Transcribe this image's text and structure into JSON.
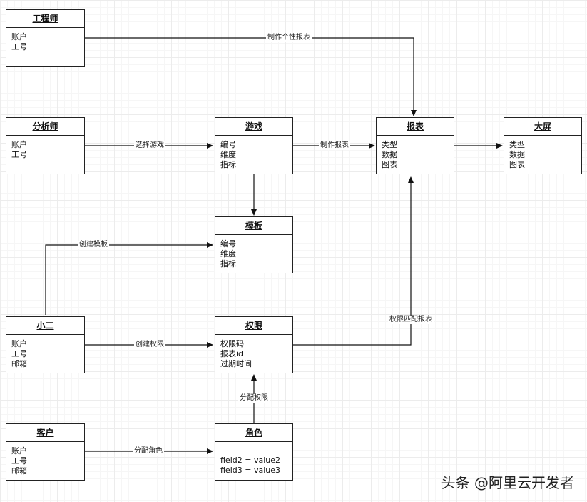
{
  "entities": {
    "engineer": {
      "title": "工程师",
      "fields": [
        "账户",
        "工号"
      ]
    },
    "analyst": {
      "title": "分析师",
      "fields": [
        "账户",
        "工号"
      ]
    },
    "game": {
      "title": "游戏",
      "fields": [
        "编号",
        "维度",
        "指标"
      ]
    },
    "report": {
      "title": "报表",
      "fields": [
        "类型",
        "数据",
        "图表"
      ]
    },
    "screen": {
      "title": "大屏",
      "fields": [
        "类型",
        "数据",
        "图表"
      ]
    },
    "template": {
      "title": "模板",
      "fields": [
        "编号",
        "维度",
        "指标"
      ]
    },
    "xiaoer": {
      "title": "小二",
      "fields": [
        "账户",
        "工号",
        "邮箱"
      ]
    },
    "permission": {
      "title": "权限",
      "fields": [
        "权限码",
        "报表id",
        "过期时间"
      ]
    },
    "customer": {
      "title": "客户",
      "fields": [
        "账户",
        "工号",
        "邮箱"
      ]
    },
    "role": {
      "title": "角色",
      "fields": [
        "field2 = value2",
        "field3 = value3"
      ]
    }
  },
  "edges": {
    "engineer_report": "制作个性报表",
    "analyst_game": "选择游戏",
    "game_report": "制作报表",
    "xiaoer_template": "创建模板",
    "xiaoer_permission": "创建权限",
    "permission_report": "权限匹配报表",
    "role_permission": "分配权限",
    "customer_role": "分配角色"
  },
  "watermark": "头条 @阿里云开发者"
}
